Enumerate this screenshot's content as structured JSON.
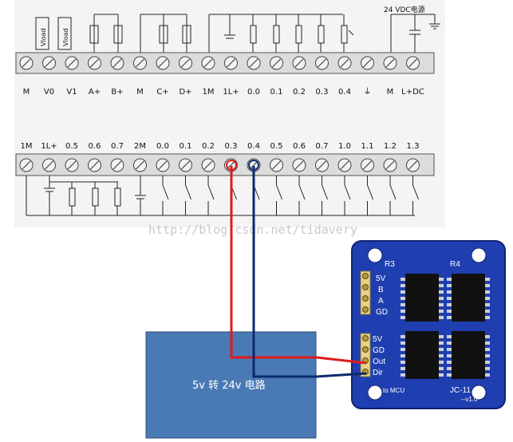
{
  "top_block": {
    "labels": [
      "M",
      "V0",
      "V1",
      "A+",
      "B+",
      "M",
      "C+",
      "D+",
      "1M",
      "1L+",
      "0.0",
      "0.1",
      "0.2",
      "0.3",
      "0.4",
      "⏚",
      "M",
      "L+DC"
    ],
    "supply_label": "24 VDC电源",
    "vload_labels": [
      "Vload",
      "Vload"
    ]
  },
  "bottom_block": {
    "labels": [
      "1M",
      "1L+",
      "0.5",
      "0.6",
      "0.7",
      "2M",
      "0.0",
      "0.1",
      "0.2",
      "0.3",
      "0.4",
      "0.5",
      "0.6",
      "0.7",
      "1.0",
      "1.1",
      "1.2",
      "1.3"
    ]
  },
  "watermark": "http://blog.csdn.net/tidavery",
  "converter_box": {
    "label": "5v 转 24v 电路"
  },
  "module": {
    "name": "JC-11",
    "version": "--v1.0",
    "r3": "R3",
    "r4": "R4",
    "pins_top": [
      "5V",
      "B",
      "A",
      "GD"
    ],
    "pins_bottom": [
      "5V",
      "GD",
      "Out",
      "Dir"
    ],
    "to_mcu": "to MCU"
  },
  "colors": {
    "wire_red": "#e01a1a",
    "wire_blue": "#0b2a6e",
    "box_fill": "#4a7ab4",
    "pcb_fill": "#1f3fb0"
  }
}
